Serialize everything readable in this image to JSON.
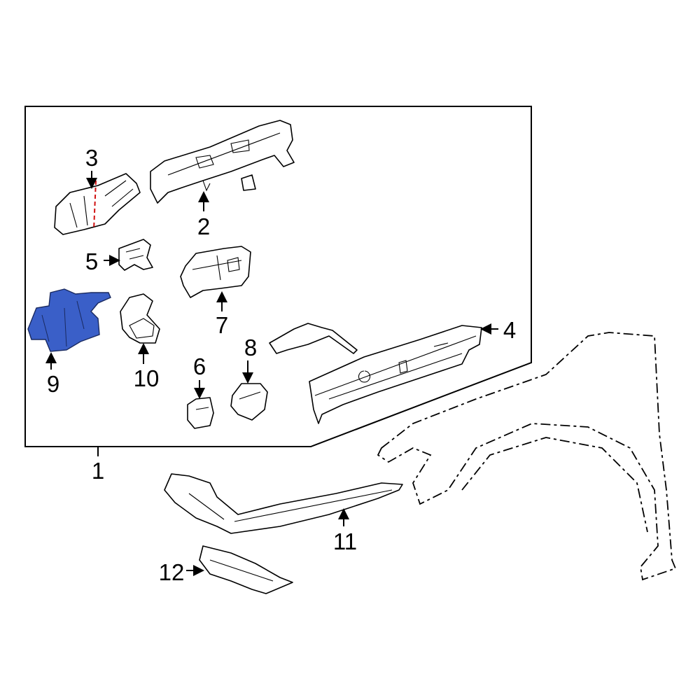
{
  "diagram": {
    "highlight_color": "#3a5fc8",
    "callouts": [
      {
        "id": "1",
        "label": "1"
      },
      {
        "id": "2",
        "label": "2"
      },
      {
        "id": "3",
        "label": "3"
      },
      {
        "id": "4",
        "label": "4"
      },
      {
        "id": "5",
        "label": "5"
      },
      {
        "id": "6",
        "label": "6"
      },
      {
        "id": "7",
        "label": "7"
      },
      {
        "id": "8",
        "label": "8"
      },
      {
        "id": "9",
        "label": "9"
      },
      {
        "id": "10",
        "label": "10"
      },
      {
        "id": "11",
        "label": "11"
      },
      {
        "id": "12",
        "label": "12"
      }
    ],
    "highlighted_part": "9"
  }
}
